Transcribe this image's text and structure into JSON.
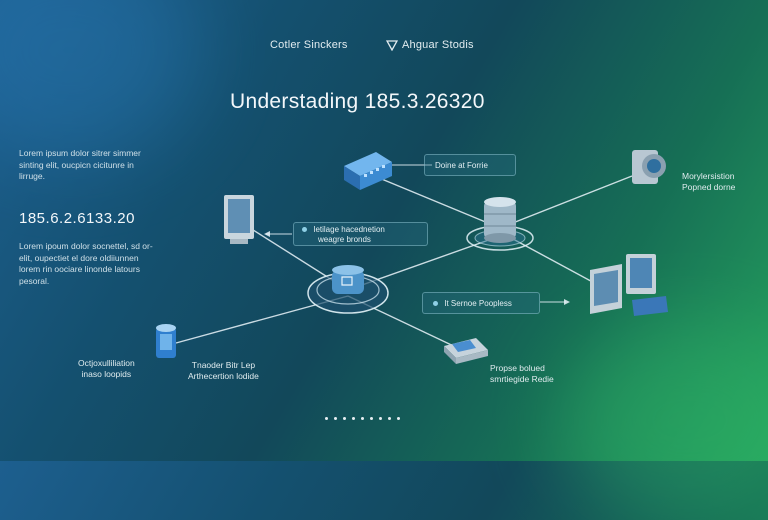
{
  "header": {
    "brand_left": "Cotler Sinckers",
    "brand_right": "Ahguar Stodis",
    "title": "Understading 185.3.26320"
  },
  "left_panel": {
    "para1": [
      "Lorem ipsum dolor sitrer simmer",
      "sinting elit, oucpicn cicitunre in",
      "lirruge."
    ],
    "ip": "185.6.2.6133.20",
    "para2": [
      "Lorem ipoum dolor socnettel, sd or-",
      "elit, oupectiet el dore oldiiunnen",
      "lorem rin oociare linonde latours",
      "pesoral."
    ]
  },
  "labels": {
    "defnet": "Doine at Forrie",
    "top_right": [
      "Morylersistion",
      "Popned dorne"
    ],
    "center_left_pill": [
      "Ietilage hacednetion",
      "weagre bronds"
    ],
    "center_right_pill": "It Sernoe Poopless",
    "bottom_left": [
      "Octjoxulliliation",
      "inaso loopids"
    ],
    "bottom_center": [
      "Tnaoder Bitr Lep",
      "Arthecertion lodide"
    ],
    "bottom_right": [
      "Propse bolued",
      "smrtiegide Redie"
    ]
  },
  "colors": {
    "bg_start": "#1d5f8f",
    "bg_end": "#26a35e",
    "device_blue": "#3a8fd8"
  }
}
